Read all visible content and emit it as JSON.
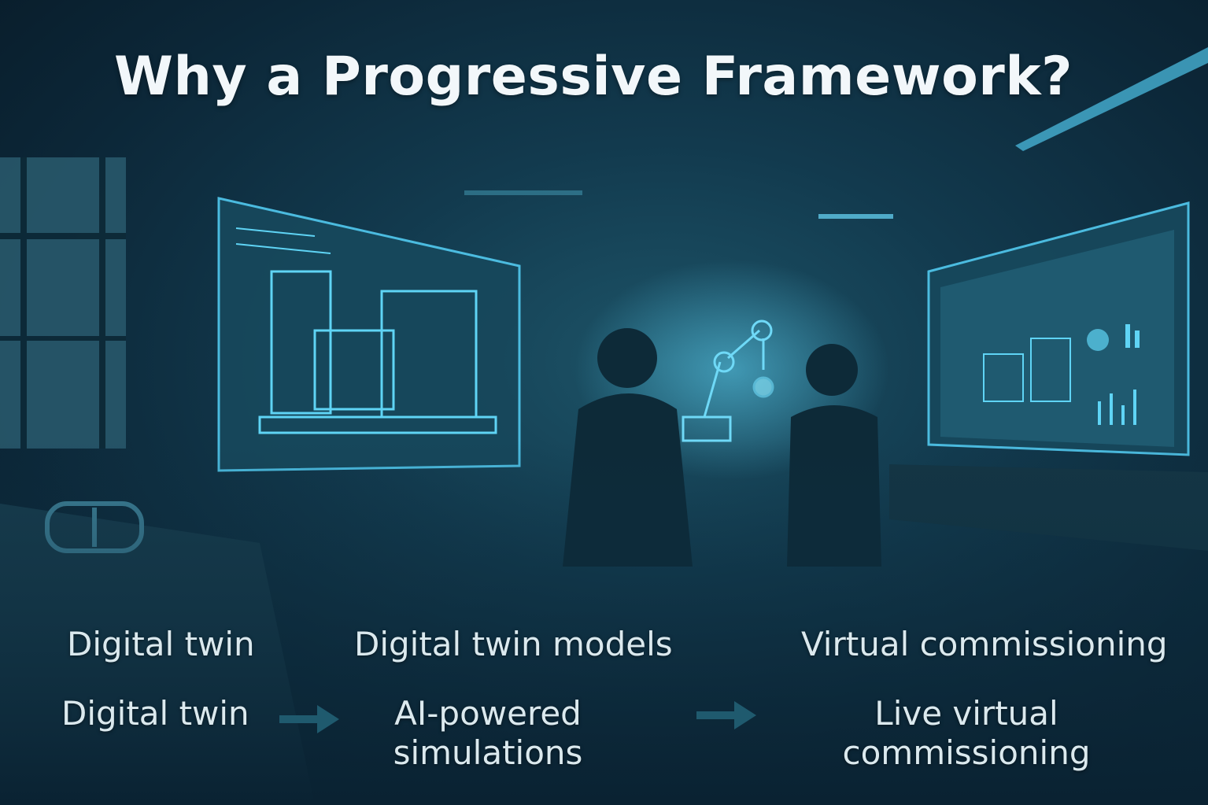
{
  "title": "Why a Progressive Framework?",
  "columns": [
    {
      "heading": "Digital twin",
      "stage": "Digital twin"
    },
    {
      "heading": "Digital twin models",
      "stage_line1": "AI-powered",
      "stage_line2": "simulations"
    },
    {
      "heading": "Virtual commissioning",
      "stage_line1": "Live virtual",
      "stage_line2": "commissioning"
    }
  ],
  "colors": {
    "background": "#0b2233",
    "glow": "#4fc3e8",
    "text": "#dbe9ee",
    "arrow": "#1f5a6e"
  },
  "icons": [
    "arrow-right-icon",
    "arrow-right-icon"
  ]
}
